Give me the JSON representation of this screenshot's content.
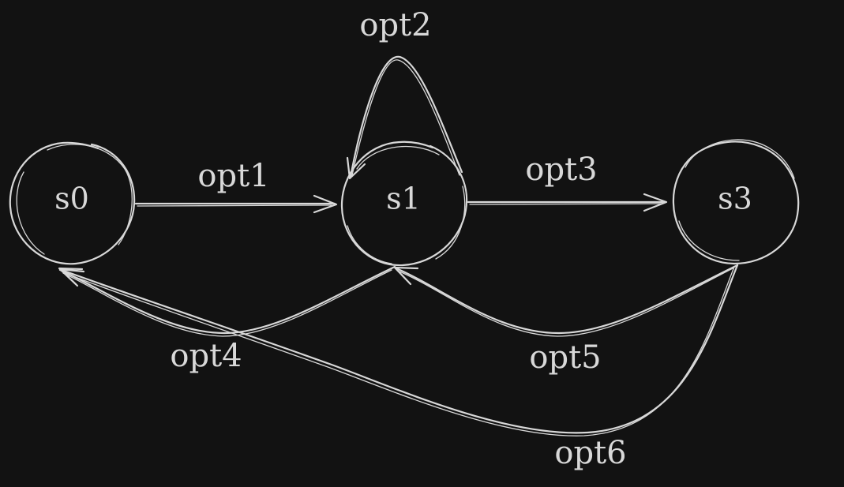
{
  "diagram": {
    "type": "state-machine",
    "colors": {
      "background": "#121212",
      "stroke": "#d8d8d8",
      "text": "#d8d8d8"
    },
    "states": [
      {
        "id": "s0",
        "label": "s0"
      },
      {
        "id": "s1",
        "label": "s1"
      },
      {
        "id": "s3",
        "label": "s3"
      }
    ],
    "transitions": [
      {
        "id": "opt1",
        "from": "s0",
        "to": "s1",
        "label": "opt1"
      },
      {
        "id": "opt2",
        "from": "s1",
        "to": "s1",
        "label": "opt2"
      },
      {
        "id": "opt3",
        "from": "s1",
        "to": "s3",
        "label": "opt3"
      },
      {
        "id": "opt4",
        "from": "s1",
        "to": "s0",
        "label": "opt4"
      },
      {
        "id": "opt5",
        "from": "s3",
        "to": "s1",
        "label": "opt5"
      },
      {
        "id": "opt6",
        "from": "s3",
        "to": "s0",
        "label": "opt6"
      }
    ]
  }
}
